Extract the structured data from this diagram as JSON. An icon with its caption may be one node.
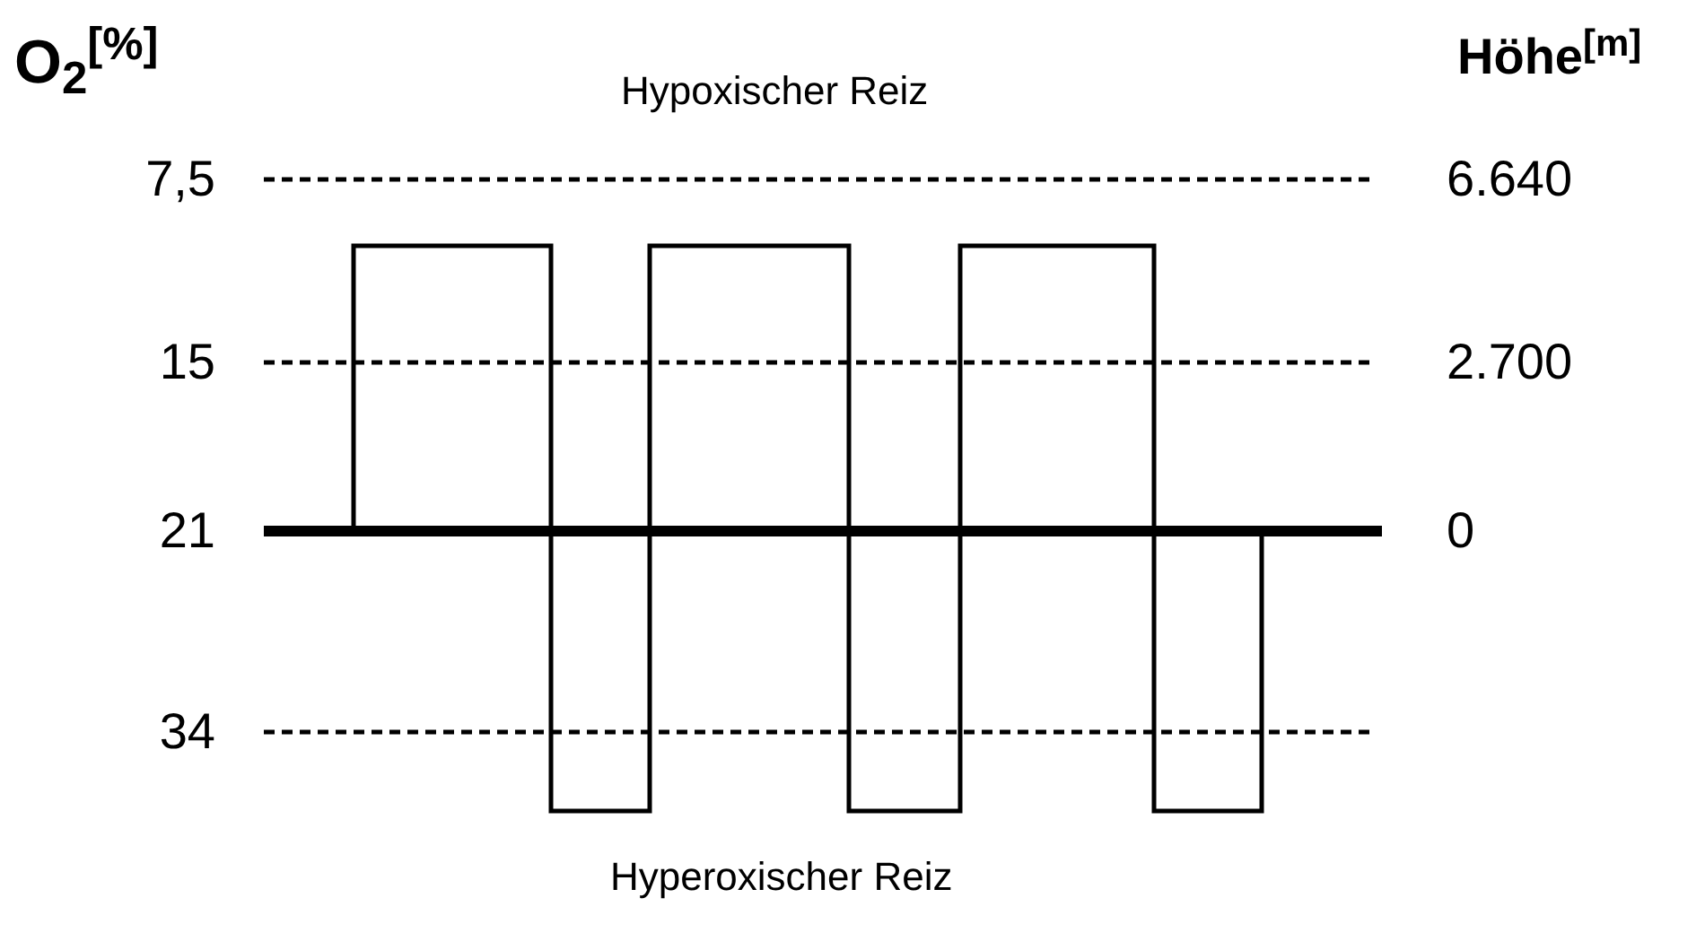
{
  "diagram": {
    "labels": [
      "O$_{2}$$^{[%]}$",
      "Hypoxischer Reiz",
      "Höhe$^{[m]}$",
      "7,5",
      "6.640",
      "15",
      "2.700",
      "21",
      "0",
      "34",
      "Hyperoxischer Reiz"
    ]
  }
}
